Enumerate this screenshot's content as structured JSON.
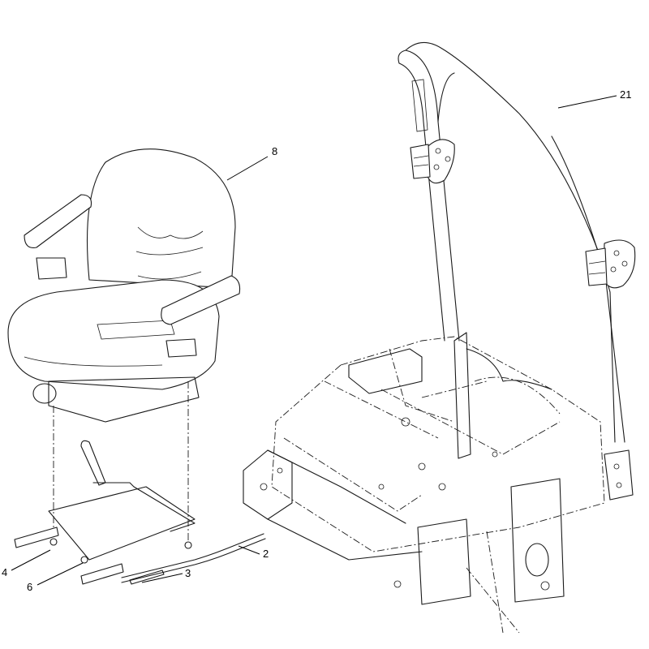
{
  "callouts": {
    "c8": "8",
    "c21": "21",
    "c2": "2",
    "c3": "3",
    "c4": "4",
    "c6": "6"
  }
}
